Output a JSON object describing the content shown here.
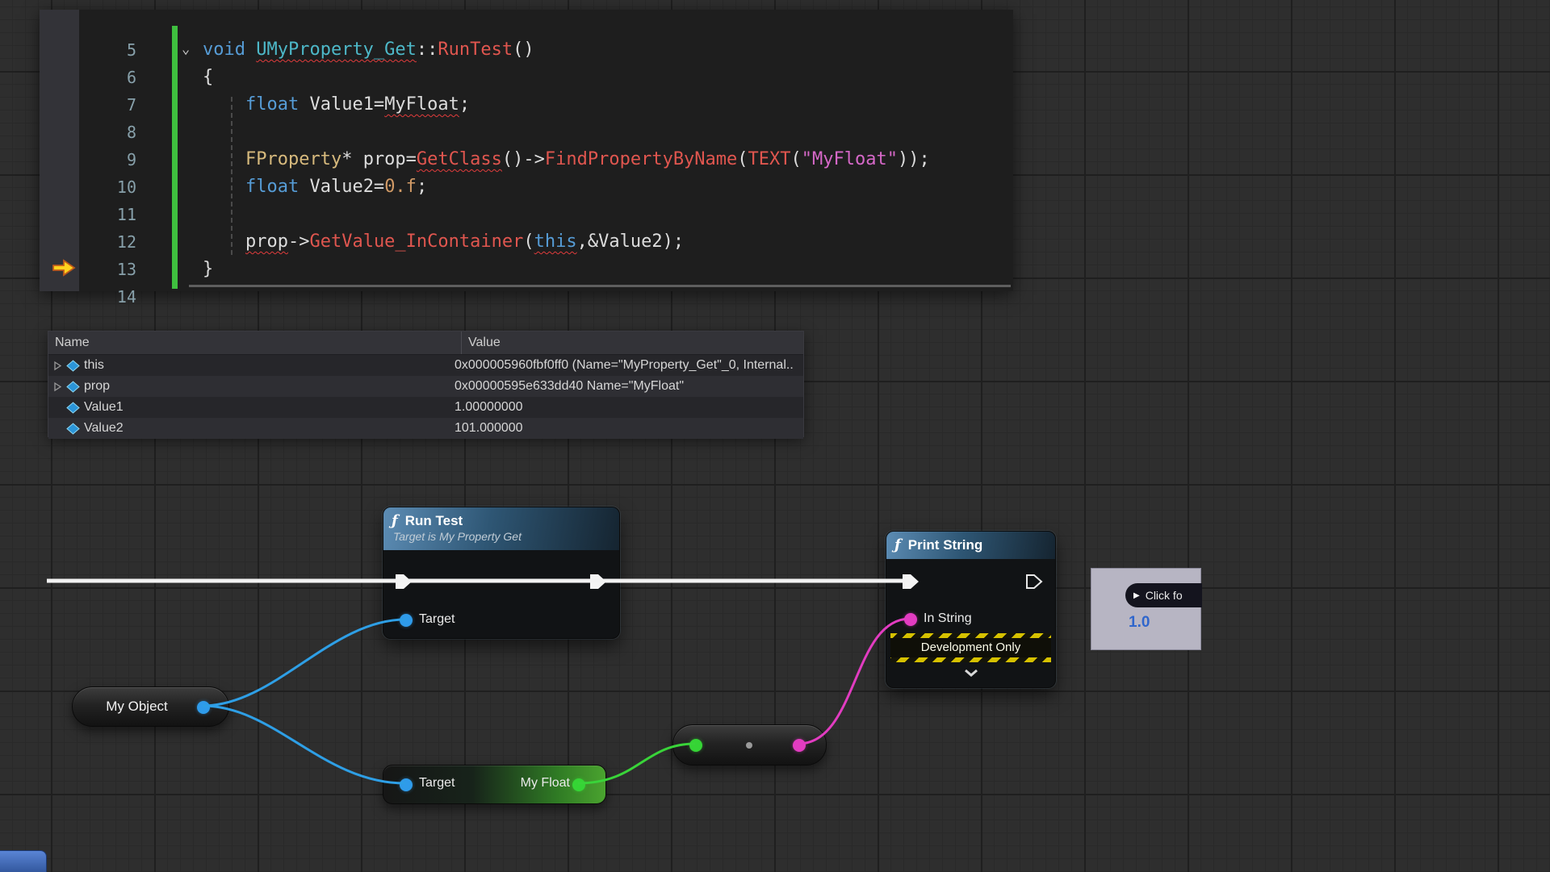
{
  "code_editor": {
    "lines": [
      {
        "num": "5",
        "fold": "⌄",
        "tokens": [
          {
            "t": "void ",
            "c": "kw"
          },
          {
            "t": "UMyProperty_Get",
            "c": "type",
            "u": true
          },
          {
            "t": "::",
            "c": "pl"
          },
          {
            "t": "RunTest",
            "c": "fn"
          },
          {
            "t": "()",
            "c": "pl"
          }
        ]
      },
      {
        "num": "6",
        "tokens": [
          {
            "t": "{",
            "c": "pl"
          }
        ]
      },
      {
        "num": "7",
        "tokens": [
          {
            "t": "    ",
            "c": "pl"
          },
          {
            "t": "float",
            "c": "kw"
          },
          {
            "t": " Value1=",
            "c": "pl"
          },
          {
            "t": "MyFloat",
            "c": "pl",
            "u": true
          },
          {
            "t": ";",
            "c": "pl"
          }
        ]
      },
      {
        "num": "8",
        "tokens": []
      },
      {
        "num": "9",
        "tokens": [
          {
            "t": "    ",
            "c": "pl"
          },
          {
            "t": "FProperty",
            "c": "type2"
          },
          {
            "t": "* prop=",
            "c": "pl"
          },
          {
            "t": "GetClass",
            "c": "fn",
            "u": true
          },
          {
            "t": "()->",
            "c": "pl"
          },
          {
            "t": "FindPropertyByName",
            "c": "fn"
          },
          {
            "t": "(",
            "c": "pl"
          },
          {
            "t": "TEXT",
            "c": "fn"
          },
          {
            "t": "(",
            "c": "pl"
          },
          {
            "t": "\"MyFloat\"",
            "c": "str"
          },
          {
            "t": "));",
            "c": "pl"
          }
        ]
      },
      {
        "num": "10",
        "tokens": [
          {
            "t": "    ",
            "c": "pl"
          },
          {
            "t": "float",
            "c": "kw"
          },
          {
            "t": " Value2=",
            "c": "pl"
          },
          {
            "t": "0.f",
            "c": "num"
          },
          {
            "t": ";",
            "c": "pl"
          }
        ]
      },
      {
        "num": "11",
        "tokens": []
      },
      {
        "num": "12",
        "tokens": [
          {
            "t": "    ",
            "c": "pl"
          },
          {
            "t": "prop",
            "c": "pl",
            "u": true
          },
          {
            "t": "->",
            "c": "pl"
          },
          {
            "t": "GetValue_InContainer",
            "c": "fn"
          },
          {
            "t": "(",
            "c": "pl"
          },
          {
            "t": "this",
            "c": "kw",
            "u": true
          },
          {
            "t": ",&Value2);",
            "c": "pl"
          }
        ]
      },
      {
        "num": "13",
        "exec": true,
        "tokens": [
          {
            "t": "}",
            "c": "pl"
          }
        ]
      },
      {
        "num": "14",
        "tokens": []
      }
    ]
  },
  "watch_panel": {
    "columns": [
      "Name",
      "Value"
    ],
    "rows": [
      {
        "expand": true,
        "name": "this",
        "value": "0x000005960fbf0ff0 (Name=\"MyProperty_Get\"_0, Internal.."
      },
      {
        "expand": true,
        "name": "prop",
        "value": "0x00000595e633dd40 Name=\"MyFloat\""
      },
      {
        "expand": false,
        "name": "Value1",
        "value": "1.00000000"
      },
      {
        "expand": false,
        "name": "Value2",
        "value": "101.000000"
      }
    ]
  },
  "graph": {
    "run_test": {
      "fn_icon": "ƒ",
      "title": "Run Test",
      "subtitle": "Target is My Property Get",
      "target_pin_label": "Target"
    },
    "print_string": {
      "fn_icon": "ƒ",
      "title": "Print String",
      "in_string_label": "In String",
      "banner": "Development Only"
    },
    "my_object": {
      "label": "My Object"
    },
    "getter": {
      "target_label": "Target",
      "value_label": "My Float"
    },
    "debug_bubble": {
      "play_icon": "▶",
      "button_label": "Click fo",
      "value": "1.0"
    }
  },
  "colors": {
    "exec_wire": "#f2f2f2",
    "object_pin": "#2f9bea",
    "float_pin": "#35d435",
    "string_pin": "#e23cc1",
    "node_header_blue": "#4a7ca6",
    "dev_banner_yellow": "#d6c100",
    "change_bar_green": "#3fbf3f",
    "error_squiggle_red": "#e13c3c"
  }
}
